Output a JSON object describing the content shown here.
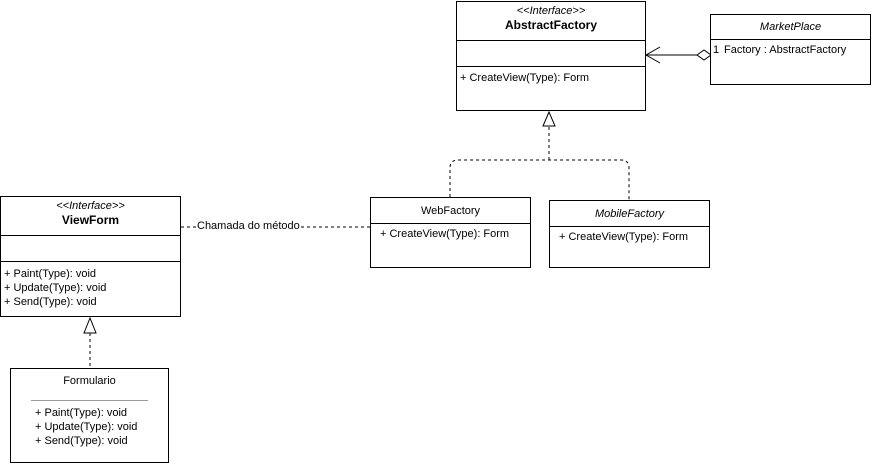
{
  "abstract_factory": {
    "stereotype": "<<Interface>>",
    "name": "AbstractFactory",
    "method": "+ CreateView(Type): Form"
  },
  "market_place": {
    "name": "MarketPlace",
    "multiplicity": "1",
    "attribute": "Factory : AbstractFactory"
  },
  "web_factory": {
    "name": "WebFactory",
    "method": "+ CreateView(Type): Form"
  },
  "mobile_factory": {
    "name": "MobileFactory",
    "method": "+ CreateView(Type): Form"
  },
  "view_form": {
    "stereotype": "<<Interface>>",
    "name": "ViewForm",
    "methods": [
      "+ Paint(Type): void",
      "+ Update(Type): void",
      "+ Send(Type): void"
    ]
  },
  "formulario": {
    "name": "Formulario",
    "methods": [
      "+ Paint(Type): void",
      "+ Update(Type): void",
      "+ Send(Type): void"
    ]
  },
  "connection_label": "Chamada do método"
}
